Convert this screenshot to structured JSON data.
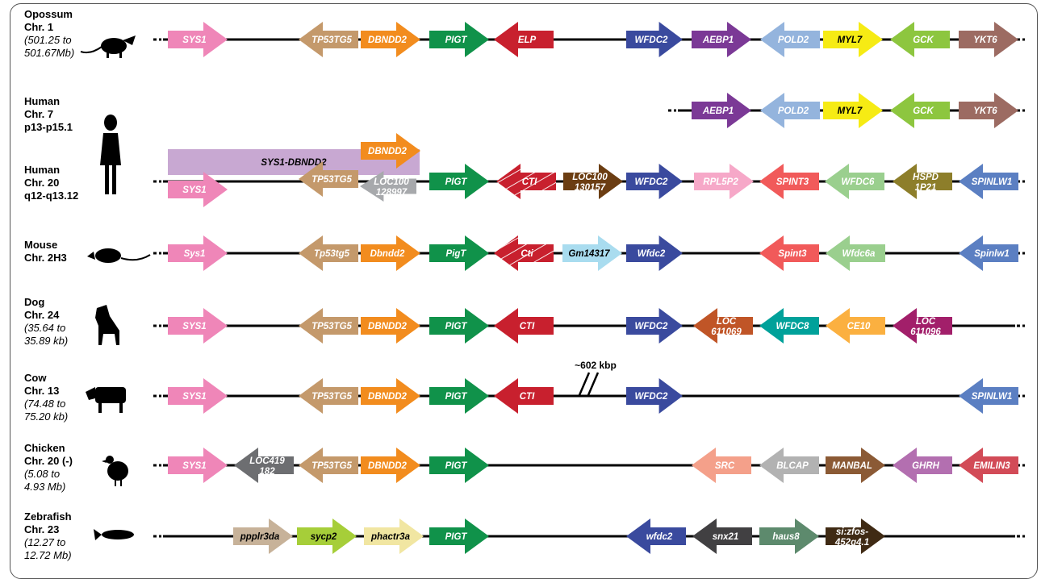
{
  "figure": {
    "gap_label": "~602 kbp"
  },
  "rows": [
    {
      "species": "Opossum",
      "chromosome": "Chr. 1",
      "range": [
        "(501.25 to",
        "501.67Mb)"
      ],
      "silhouette": "opossum-silhouette",
      "genes": [
        {
          "label": "SYS1",
          "dir": "right",
          "color": "#ef86b8"
        },
        {
          "label": "TP53TG5",
          "dir": "left",
          "color": "#c4996b"
        },
        {
          "label": "DBNDD2",
          "dir": "right",
          "color": "#f28c1e"
        },
        {
          "label": "PIGT",
          "dir": "right",
          "color": "#10924a"
        },
        {
          "label": "ELP",
          "dir": "left",
          "color": "#c8202e"
        },
        {
          "label": "WFDC2",
          "dir": "right",
          "color": "#3a4a9e"
        },
        {
          "label": "AEBP1",
          "dir": "right",
          "color": "#7b3996"
        },
        {
          "label": "POLD2",
          "dir": "left",
          "color": "#94b4dd"
        },
        {
          "label": "MYL7",
          "dir": "right",
          "color": "#f6eb14"
        },
        {
          "label": "GCK",
          "dir": "left",
          "color": "#8dc63f"
        },
        {
          "label": "YKT6",
          "dir": "right",
          "color": "#9c6b62"
        }
      ]
    },
    {
      "species": "Human",
      "chromosome": "Chr. 7",
      "range": [
        "p13-p15.1"
      ],
      "silhouette": "",
      "genes": [
        {
          "label": "AEBP1",
          "dir": "right",
          "color": "#7b3996"
        },
        {
          "label": "POLD2",
          "dir": "left",
          "color": "#94b4dd"
        },
        {
          "label": "MYL7",
          "dir": "right",
          "color": "#f6eb14"
        },
        {
          "label": "GCK",
          "dir": "left",
          "color": "#8dc63f"
        },
        {
          "label": "YKT6",
          "dir": "right",
          "color": "#9c6b62"
        }
      ]
    },
    {
      "species": "Human",
      "chromosome": "Chr. 20",
      "range": [
        "q12-q13.12"
      ],
      "silhouette": "human-silhouette",
      "genes": [
        {
          "label": "SYS1-DBNDD2",
          "dir": "none",
          "color": "#c8a8d2"
        },
        {
          "label": "DBNDD2",
          "dir": "right",
          "color": "#f28c1e"
        },
        {
          "label": "SYS1",
          "dir": "right",
          "color": "#ef86b8"
        },
        {
          "label": "TP53TG5",
          "dir": "left",
          "color": "#c4996b"
        },
        {
          "label": "LOC100 128997",
          "dir": "left",
          "color": "#a7a9ac"
        },
        {
          "label": "PIGT",
          "dir": "right",
          "color": "#10924a"
        },
        {
          "label": "CTI",
          "dir": "left",
          "color": "#c8202e"
        },
        {
          "label": "LOC100 130157",
          "dir": "right",
          "color": "#6b3d12"
        },
        {
          "label": "WFDC2",
          "dir": "right",
          "color": "#3a4a9e"
        },
        {
          "label": "RPL5P2",
          "dir": "right",
          "color": "#f6a8c8"
        },
        {
          "label": "SPINT3",
          "dir": "left",
          "color": "#f15a5a"
        },
        {
          "label": "WFDC6",
          "dir": "left",
          "color": "#9acf8e"
        },
        {
          "label": "HSPD 1P21",
          "dir": "left",
          "color": "#8d7e2a"
        },
        {
          "label": "SPINLW1",
          "dir": "left",
          "color": "#5b7fc2"
        }
      ]
    },
    {
      "species": "Mouse",
      "chromosome": "Chr. 2H3",
      "range": [],
      "silhouette": "mouse-silhouette",
      "genes": [
        {
          "label": "Sys1",
          "dir": "right",
          "color": "#ef86b8"
        },
        {
          "label": "Tp53tg5",
          "dir": "left",
          "color": "#c4996b"
        },
        {
          "label": "Dbndd2",
          "dir": "right",
          "color": "#f28c1e"
        },
        {
          "label": "PigT",
          "dir": "right",
          "color": "#10924a"
        },
        {
          "label": "Cti",
          "dir": "left",
          "color": "#c8202e"
        },
        {
          "label": "Gm14317",
          "dir": "right",
          "color": "#a9dcef"
        },
        {
          "label": "Wfdc2",
          "dir": "right",
          "color": "#3a4a9e"
        },
        {
          "label": "Spint3",
          "dir": "left",
          "color": "#f15a5a"
        },
        {
          "label": "Wfdc6a",
          "dir": "left",
          "color": "#9acf8e"
        },
        {
          "label": "Spinlw1",
          "dir": "left",
          "color": "#5b7fc2"
        }
      ]
    },
    {
      "species": "Dog",
      "chromosome": "Chr. 24",
      "range": [
        "(35.64 to",
        "35.89 kb)"
      ],
      "silhouette": "dog-silhouette",
      "genes": [
        {
          "label": "SYS1",
          "dir": "right",
          "color": "#ef86b8"
        },
        {
          "label": "TP53TG5",
          "dir": "left",
          "color": "#c4996b"
        },
        {
          "label": "DBNDD2",
          "dir": "right",
          "color": "#f28c1e"
        },
        {
          "label": "PIGT",
          "dir": "right",
          "color": "#10924a"
        },
        {
          "label": "CTI",
          "dir": "left",
          "color": "#c8202e"
        },
        {
          "label": "WFDC2",
          "dir": "right",
          "color": "#3a4a9e"
        },
        {
          "label": "LOC 611069",
          "dir": "left",
          "color": "#c05527"
        },
        {
          "label": "WFDC8",
          "dir": "left",
          "color": "#00a19a"
        },
        {
          "label": "CE10",
          "dir": "left",
          "color": "#fbb040"
        },
        {
          "label": "LOC 611096",
          "dir": "left",
          "color": "#a21f6a"
        }
      ]
    },
    {
      "species": "Cow",
      "chromosome": "Chr. 13",
      "range": [
        "(74.48 to",
        "75.20 kb)"
      ],
      "silhouette": "cow-silhouette",
      "genes": [
        {
          "label": "SYS1",
          "dir": "right",
          "color": "#ef86b8"
        },
        {
          "label": "TP53TG5",
          "dir": "left",
          "color": "#c4996b"
        },
        {
          "label": "DBNDD2",
          "dir": "right",
          "color": "#f28c1e"
        },
        {
          "label": "PIGT",
          "dir": "right",
          "color": "#10924a"
        },
        {
          "label": "CTI",
          "dir": "left",
          "color": "#c8202e"
        },
        {
          "label": "WFDC2",
          "dir": "right",
          "color": "#3a4a9e"
        },
        {
          "label": "SPINLW1",
          "dir": "left",
          "color": "#5b7fc2"
        }
      ]
    },
    {
      "species": "Chicken",
      "chromosome": "Chr. 20 (-)",
      "range": [
        "(5.08 to",
        "4.93 Mb)"
      ],
      "silhouette": "chicken-silhouette",
      "genes": [
        {
          "label": "SYS1",
          "dir": "right",
          "color": "#ef86b8"
        },
        {
          "label": "LOC419 182",
          "dir": "left",
          "color": "#6d6e71"
        },
        {
          "label": "TP53TG5",
          "dir": "left",
          "color": "#c4996b"
        },
        {
          "label": "DBNDD2",
          "dir": "right",
          "color": "#f28c1e"
        },
        {
          "label": "PIGT",
          "dir": "right",
          "color": "#10924a"
        },
        {
          "label": "SRC",
          "dir": "left",
          "color": "#f4a08a"
        },
        {
          "label": "BLCAP",
          "dir": "left",
          "color": "#b2b2b2"
        },
        {
          "label": "MANBAL",
          "dir": "right",
          "color": "#8b5a35"
        },
        {
          "label": "GHRH",
          "dir": "left",
          "color": "#b36fb0"
        },
        {
          "label": "EMILIN3",
          "dir": "left",
          "color": "#d24b57"
        }
      ]
    },
    {
      "species": "Zebrafish",
      "chromosome": "Chr. 23",
      "range": [
        "(12.27 to",
        "12.72 Mb)"
      ],
      "silhouette": "zebrafish-silhouette",
      "genes": [
        {
          "label": "ppplr3da",
          "dir": "right",
          "color": "#c7b299"
        },
        {
          "label": "sycp2",
          "dir": "right",
          "color": "#a6ce39"
        },
        {
          "label": "phactr3a",
          "dir": "right",
          "color": "#f1e6a2"
        },
        {
          "label": "PIGT",
          "dir": "right",
          "color": "#10924a"
        },
        {
          "label": "wfdc2",
          "dir": "left",
          "color": "#3a4a9e"
        },
        {
          "label": "snx21",
          "dir": "left",
          "color": "#414042"
        },
        {
          "label": "haus8",
          "dir": "right",
          "color": "#5d8a6d"
        },
        {
          "label": "si:zfos- 452g4.1",
          "dir": "right",
          "color": "#3f2a14"
        }
      ]
    }
  ]
}
